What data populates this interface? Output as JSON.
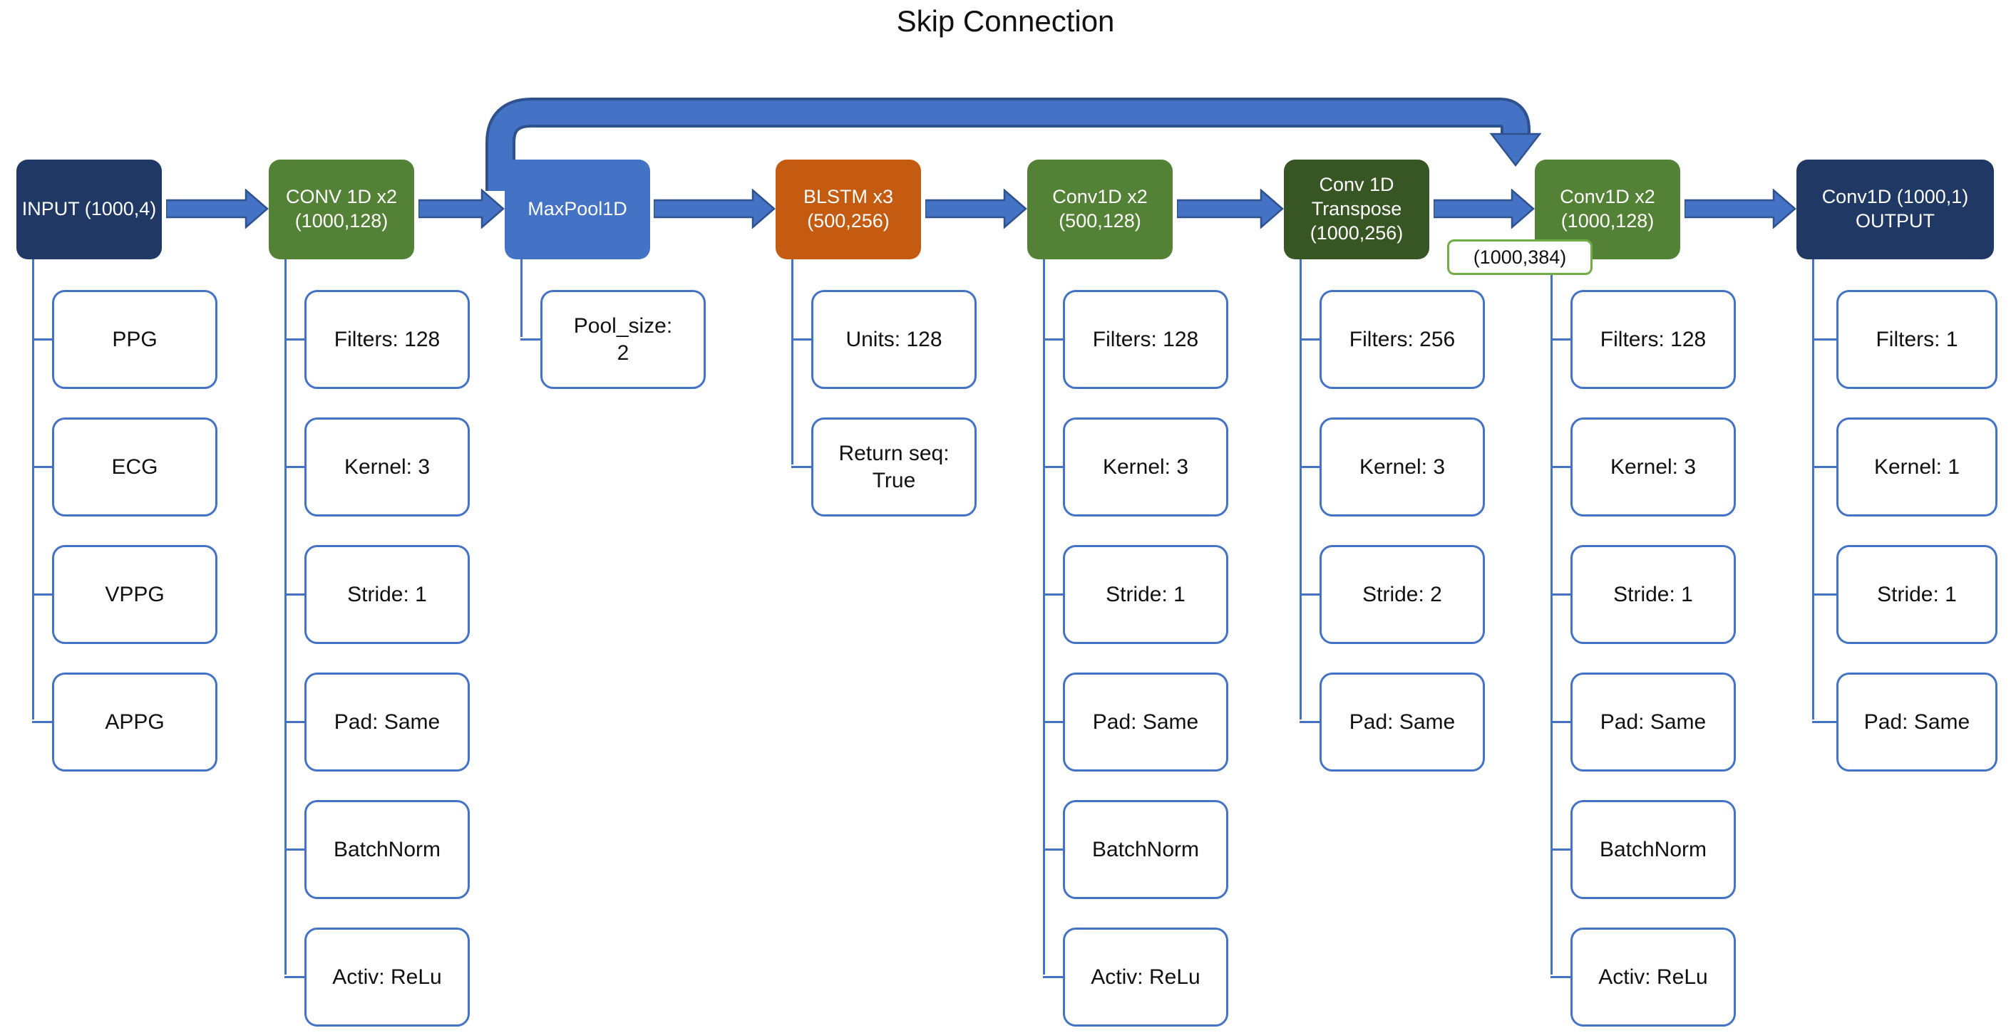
{
  "title": "Skip Connection",
  "skip_connection": {
    "label": "(1000,384)"
  },
  "colors": {
    "input_output_box": "#1F3864",
    "conv_box": "#538135",
    "maxpool_box": "#4472C4",
    "blstm_box": "#C55A11",
    "transpose_box": "#375623",
    "arrow_fill": "#4472C4",
    "arrow_outline": "#2F528F",
    "child_border": "#4472C4",
    "callout_border": "#70AD47"
  },
  "columns": [
    {
      "header": "INPUT (1000,4)",
      "children": [
        "PPG",
        "ECG",
        "VPPG",
        "APPG"
      ]
    },
    {
      "header": "CONV 1D x2\n(1000,128)",
      "children": [
        "Filters: 128",
        "Kernel: 3",
        "Stride: 1",
        "Pad: Same",
        "BatchNorm",
        "Activ: ReLu"
      ]
    },
    {
      "header": "MaxPool1D",
      "children": [
        "Pool_size:\n2"
      ]
    },
    {
      "header": "BLSTM x3\n(500,256)",
      "children": [
        "Units: 128",
        "Return seq:\nTrue"
      ]
    },
    {
      "header": "Conv1D x2\n(500,128)",
      "children": [
        "Filters: 128",
        "Kernel: 3",
        "Stride: 1",
        "Pad: Same",
        "BatchNorm",
        "Activ: ReLu"
      ]
    },
    {
      "header": "Conv 1D\nTranspose\n(1000,256)",
      "children": [
        "Filters: 256",
        "Kernel: 3",
        "Stride: 2",
        "Pad: Same"
      ]
    },
    {
      "header": "Conv1D x2\n(1000,128)",
      "children": [
        "Filters: 128",
        "Kernel: 3",
        "Stride: 1",
        "Pad: Same",
        "BatchNorm",
        "Activ: ReLu"
      ]
    },
    {
      "header": "Conv1D (1000,1)\nOUTPUT",
      "children": [
        "Filters: 1",
        "Kernel: 1",
        "Stride: 1",
        "Pad: Same"
      ]
    }
  ]
}
